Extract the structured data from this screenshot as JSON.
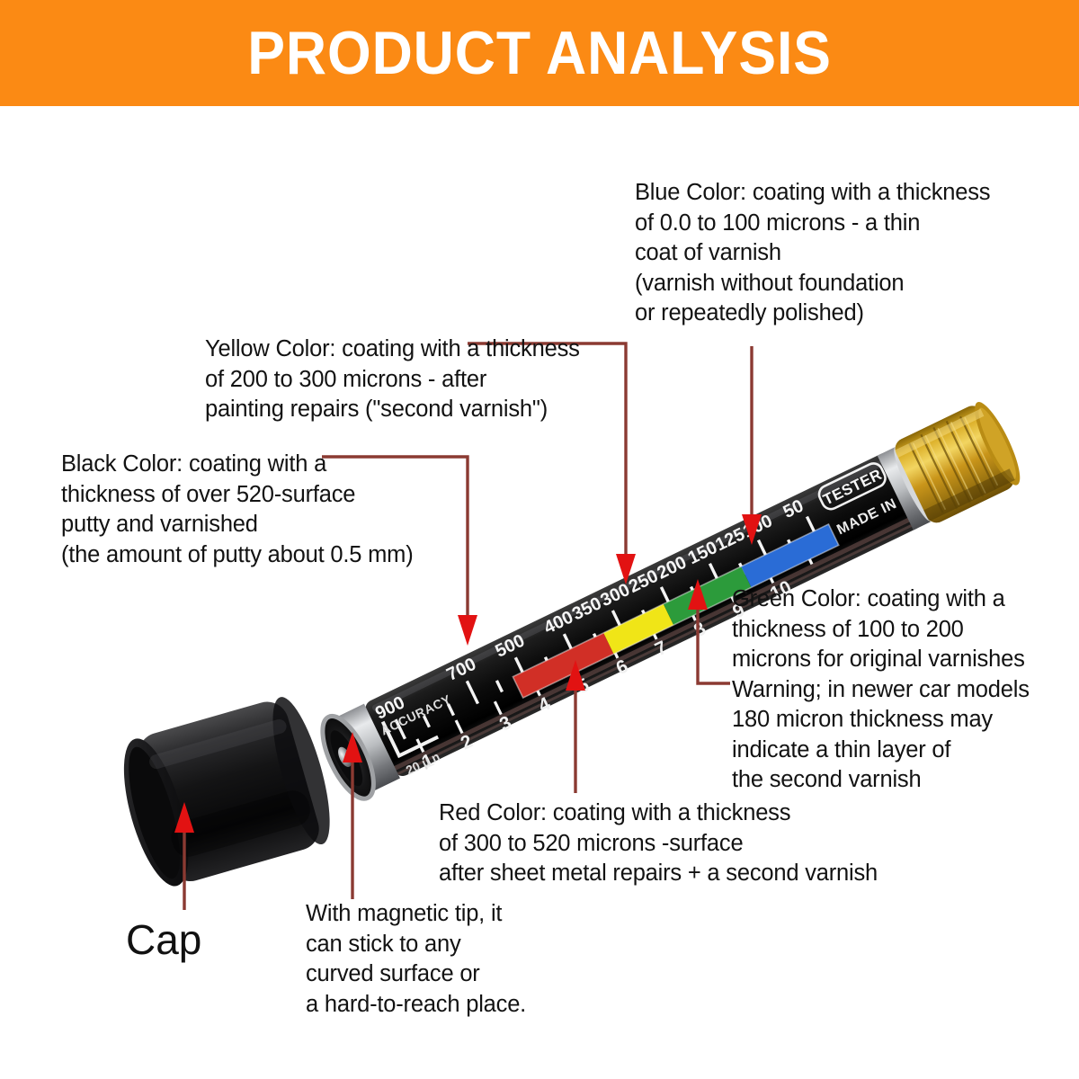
{
  "header": {
    "title": "PRODUCT ANALYSIS",
    "bg_color": "#fb8a14",
    "text_color": "#ffffff"
  },
  "product": {
    "name": "Paint Coating Thickness Tester Pen",
    "body_text_badge": "TESTER",
    "body_text_origin": "MADE IN CHINA",
    "body_text_accuracy": "ACCURACY",
    "body_text_resolution": "20 μ n",
    "scale_upper_labels": [
      "900",
      "700",
      "500",
      "400",
      "350",
      "300",
      "250",
      "200",
      "150",
      "125",
      "100",
      "50"
    ],
    "scale_lower_labels": [
      "1",
      "2",
      "3",
      "4",
      "5",
      "6",
      "7",
      "8",
      "9",
      "10"
    ],
    "band_colors": {
      "black": "#121212",
      "red": "#d83028",
      "yellow": "#f2e61a",
      "green": "#2a9c3c",
      "blue": "#2d6fd8",
      "gold_cap": "#c79a16",
      "chrome_ring": "#c9cacb",
      "cap_black": "#1b1b1b"
    }
  },
  "annotations": {
    "leader_color": "#8b3a32",
    "arrow_color": "#e21212"
  },
  "callouts": {
    "blue": "Blue Color: coating with a thickness\nof 0.0 to 100 microns - a thin\ncoat of varnish\n(varnish without foundation\nor repeatedly polished)",
    "yellow": "Yellow Color: coating with a thickness\nof 200 to 300 microns - after\npainting repairs (\"second varnish\")",
    "black": "Black Color: coating with a\nthickness of over 520-surface\nputty and varnished\n(the amount of putty about 0.5 mm)",
    "green": "Green Color: coating with a\nthickness of 100 to 200\nmicrons for original varnishes\nWarning; in newer car models\n180 micron thickness may\nindicate a thin layer of\nthe second varnish",
    "red": "Red Color: coating with a thickness\nof 300 to 520 microns -surface\nafter sheet metal repairs + a second varnish",
    "magnetic": "With magnetic tip, it\ncan stick to any\ncurved surface or\na hard-to-reach place.",
    "cap": "Cap"
  }
}
